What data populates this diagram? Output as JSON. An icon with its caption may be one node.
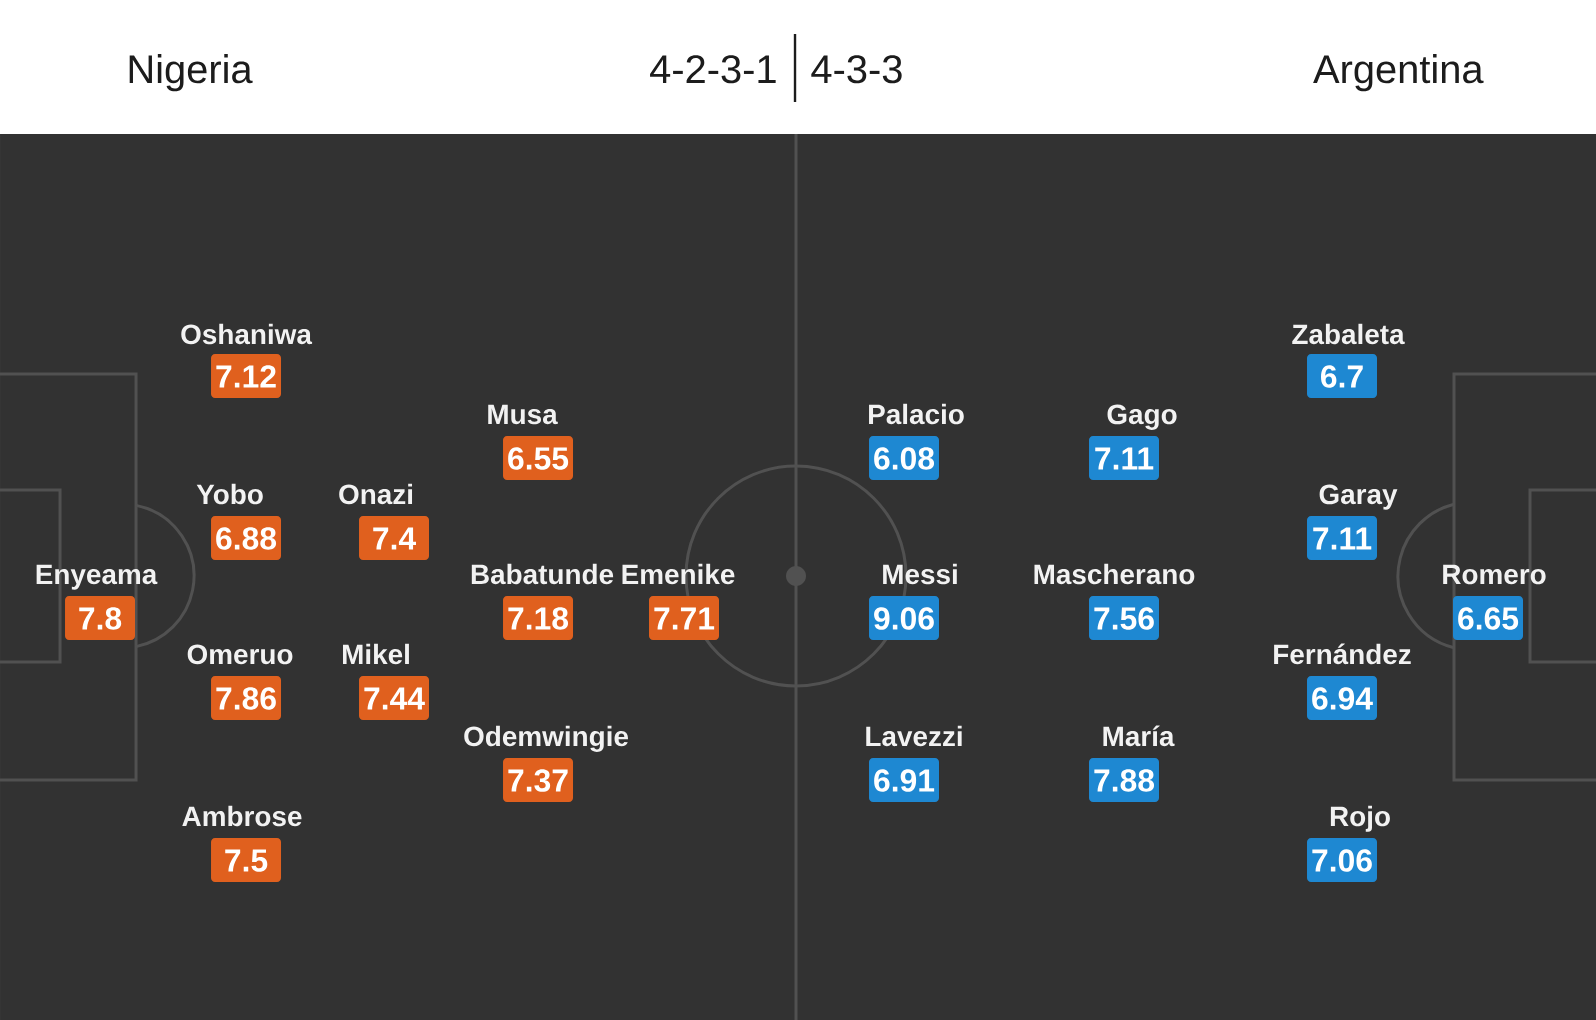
{
  "diagram": {
    "nodes": [
      {
        "text": [
          "Enyeama",
          "7.8"
        ]
      },
      {
        "text": [
          "Oshaniwa",
          "7.12"
        ]
      },
      {
        "text": [
          "Yobo",
          "6.88"
        ]
      },
      {
        "text": [
          "Omeruo",
          "7.86"
        ]
      },
      {
        "text": [
          "Ambrose",
          "7.5"
        ]
      },
      {
        "text": [
          "Onazi",
          "7.4"
        ]
      },
      {
        "text": [
          "Mikel",
          "7.44"
        ]
      },
      {
        "text": [
          "Musa",
          "6.55"
        ]
      },
      {
        "text": [
          "Babatunde",
          "7.18"
        ]
      },
      {
        "text": [
          "Odemwingie",
          "7.37"
        ]
      },
      {
        "text": [
          "Emenike",
          "7.71"
        ]
      },
      {
        "text": [
          "Palacio",
          "6.08"
        ]
      },
      {
        "text": [
          "Messi",
          "9.06"
        ]
      },
      {
        "text": [
          "Lavezzi",
          "6.91"
        ]
      },
      {
        "text": [
          "Gago",
          "7.11"
        ]
      },
      {
        "text": [
          "Mascherano",
          "7.56"
        ]
      },
      {
        "text": [
          "María",
          "7.88"
        ]
      },
      {
        "text": [
          "Zabaleta",
          "6.7"
        ]
      },
      {
        "text": [
          "Garay",
          "7.11"
        ]
      },
      {
        "text": [
          "Fernández",
          "6.94"
        ]
      },
      {
        "text": [
          "Rojo",
          "7.06"
        ]
      },
      {
        "text": [
          "Romero",
          "6.65"
        ]
      }
    ],
    "labels": [
      "Nigeria",
      "4-2-3-1",
      "4-3-3",
      "Argentina"
    ]
  }
}
